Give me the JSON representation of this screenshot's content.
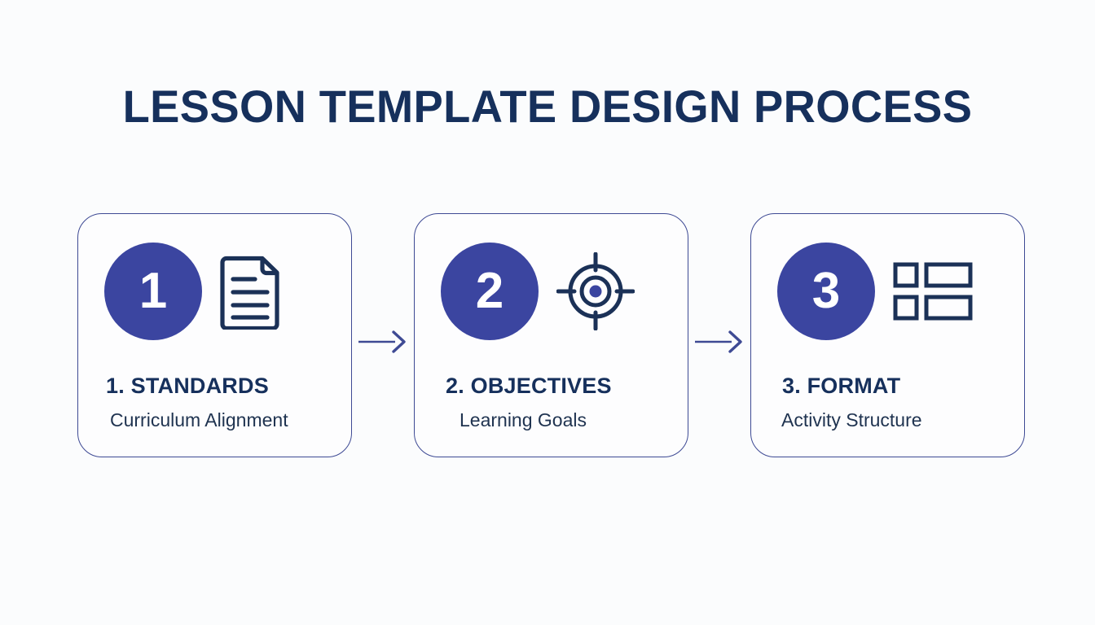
{
  "page": {
    "title": "LESSON TEMPLATE DESIGN PROCESS",
    "background_color": "#fbfcfd",
    "title_color": "#16305c",
    "accent_color": "#3b45a0",
    "border_color": "#3e4a94",
    "text_color": "#1f3350"
  },
  "steps": [
    {
      "number": "1",
      "title": "1. STANDARDS",
      "subtitle": "Curriculum Alignment",
      "icon": "document-icon"
    },
    {
      "number": "2",
      "title": "2. OBJECTIVES",
      "subtitle": "Learning Goals",
      "icon": "target-icon"
    },
    {
      "number": "3",
      "title": "3. FORMAT",
      "subtitle": "Activity Structure",
      "icon": "layout-list-icon"
    }
  ],
  "connectors": [
    {
      "icon": "arrow-right-icon"
    },
    {
      "icon": "arrow-right-icon"
    }
  ]
}
